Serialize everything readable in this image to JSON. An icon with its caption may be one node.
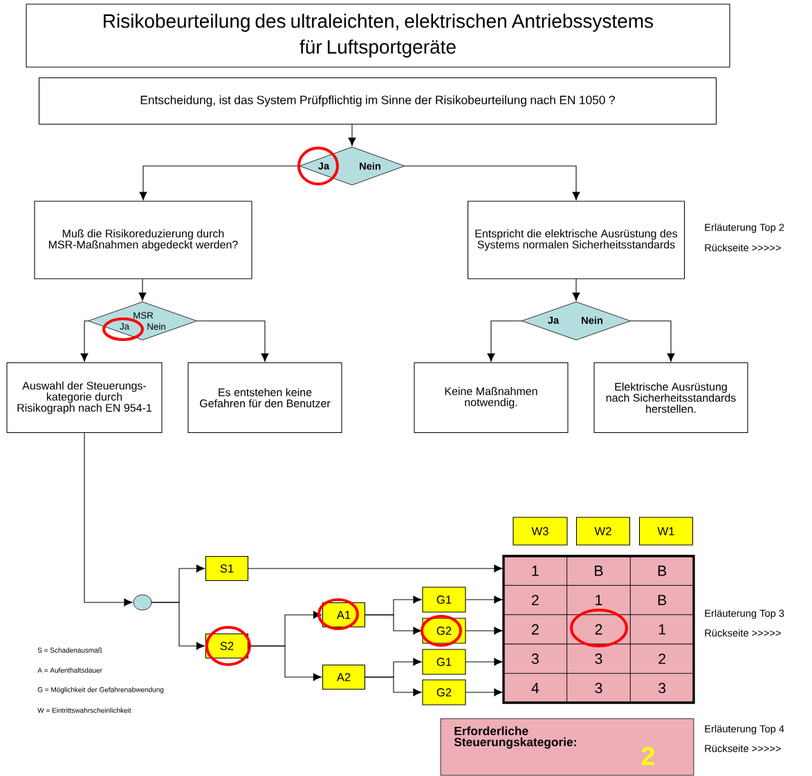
{
  "diagram": {
    "title": "Risikobeurteilung des ultraleichten, elektrischen Antriebssystems für Luftsportgeräte",
    "nodes": [
      {
        "text": [
          "Entscheidung, ist das System Prüfpflichtig im Sinne der Risikobeurteilung nach EN 1050 ?"
        ]
      },
      {
        "text": [
          "Ja",
          "Nein"
        ]
      },
      {
        "text": [
          "Muß die Risikoreduzierung durch MSR-Maßnahmen abgedeckt werden?"
        ]
      },
      {
        "text": [
          "Entspricht die elektrische Ausrüstung des Systems normalen Sicherheitsstandards"
        ],
        "beside": [
          "Erläuterung Top 2",
          "Rückseite >>>>>"
        ]
      },
      {
        "text": [
          "MSR",
          "Ja",
          "Nein"
        ]
      },
      {
        "text": [
          "Ja",
          "Nein"
        ]
      },
      {
        "text": [
          "Auswahl der Steuerungs- kategorie durch Risikograph nach EN 954-1"
        ]
      },
      {
        "text": [
          "Es entstehen keine Gefahren für den Benutzer"
        ]
      },
      {
        "text": [
          "Keine Maßnahmen notwendig."
        ]
      },
      {
        "text": [
          "Elektrische Ausrüstung nach Sicherheitsstandards herstellen."
        ]
      },
      {
        "text": [],
        "shape": "circle"
      },
      {
        "text": [
          "S1"
        ]
      },
      {
        "text": [
          "S2"
        ]
      },
      {
        "text": [
          "A1"
        ]
      },
      {
        "text": [
          "A2"
        ]
      },
      {
        "text": [
          "G1"
        ]
      },
      {
        "text": [
          "G2"
        ]
      },
      {
        "text": [
          "G1"
        ]
      },
      {
        "text": [
          "G2"
        ]
      },
      {
        "text": [
          "1",
          "B",
          "B",
          "2",
          "1",
          "B",
          "2",
          "2",
          "1",
          "3",
          "3",
          "2",
          "4",
          "3",
          "3"
        ],
        "beside": [
          "Erläuterung Top 3",
          "Rückseite >>>>>"
        ]
      },
      {
        "text": [
          "W3"
        ]
      },
      {
        "text": [
          "W2"
        ]
      },
      {
        "text": [
          "W1"
        ]
      },
      {
        "text": [
          "Erforderliche Steuerungskategorie:",
          "2"
        ],
        "beside": [
          "Erläuterung Top 4",
          "Rückseite >>>>>"
        ]
      }
    ],
    "edges": [
      {
        "from": 0,
        "to": 1,
        "arrow": "to"
      },
      {
        "from": 1,
        "to": 2,
        "arrow": "to"
      },
      {
        "from": 1,
        "to": 3,
        "arrow": "to"
      },
      {
        "from": 2,
        "to": 4,
        "arrow": "to"
      },
      {
        "from": 4,
        "to": 6,
        "arrow": "to"
      },
      {
        "from": 4,
        "to": 7,
        "arrow": "to"
      },
      {
        "from": 3,
        "to": 5,
        "arrow": "to"
      },
      {
        "from": 5,
        "to": 8,
        "arrow": "to"
      },
      {
        "from": 5,
        "to": 9,
        "arrow": "to"
      },
      {
        "from": 6,
        "to": 10,
        "arrow": "to"
      },
      {
        "from": 10,
        "to": 11,
        "arrow": "to"
      },
      {
        "from": 10,
        "to": 12,
        "arrow": "to"
      },
      {
        "from": 11,
        "to": 19,
        "arrow": "to"
      },
      {
        "from": 12,
        "to": 13,
        "arrow": "to"
      },
      {
        "from": 12,
        "to": 14,
        "arrow": "to"
      },
      {
        "from": 13,
        "to": 15,
        "arrow": "to"
      },
      {
        "from": 13,
        "to": 16,
        "arrow": "to"
      },
      {
        "from": 14,
        "to": 17,
        "arrow": "to"
      },
      {
        "from": 14,
        "to": 18,
        "arrow": "to"
      },
      {
        "from": 15,
        "to": 19,
        "arrow": "to"
      },
      {
        "from": 16,
        "to": 19,
        "arrow": "to"
      },
      {
        "from": 17,
        "to": 19,
        "arrow": "to"
      },
      {
        "from": 18,
        "to": 19,
        "arrow": "to"
      }
    ],
    "labels": [
      "S = Schadenausmaß",
      "A = Aufenthaltsdauer",
      "G = Möglichkeit der Gefahrenabwendung",
      "W = Eintrittswahrscheinlichkeit"
    ]
  }
}
